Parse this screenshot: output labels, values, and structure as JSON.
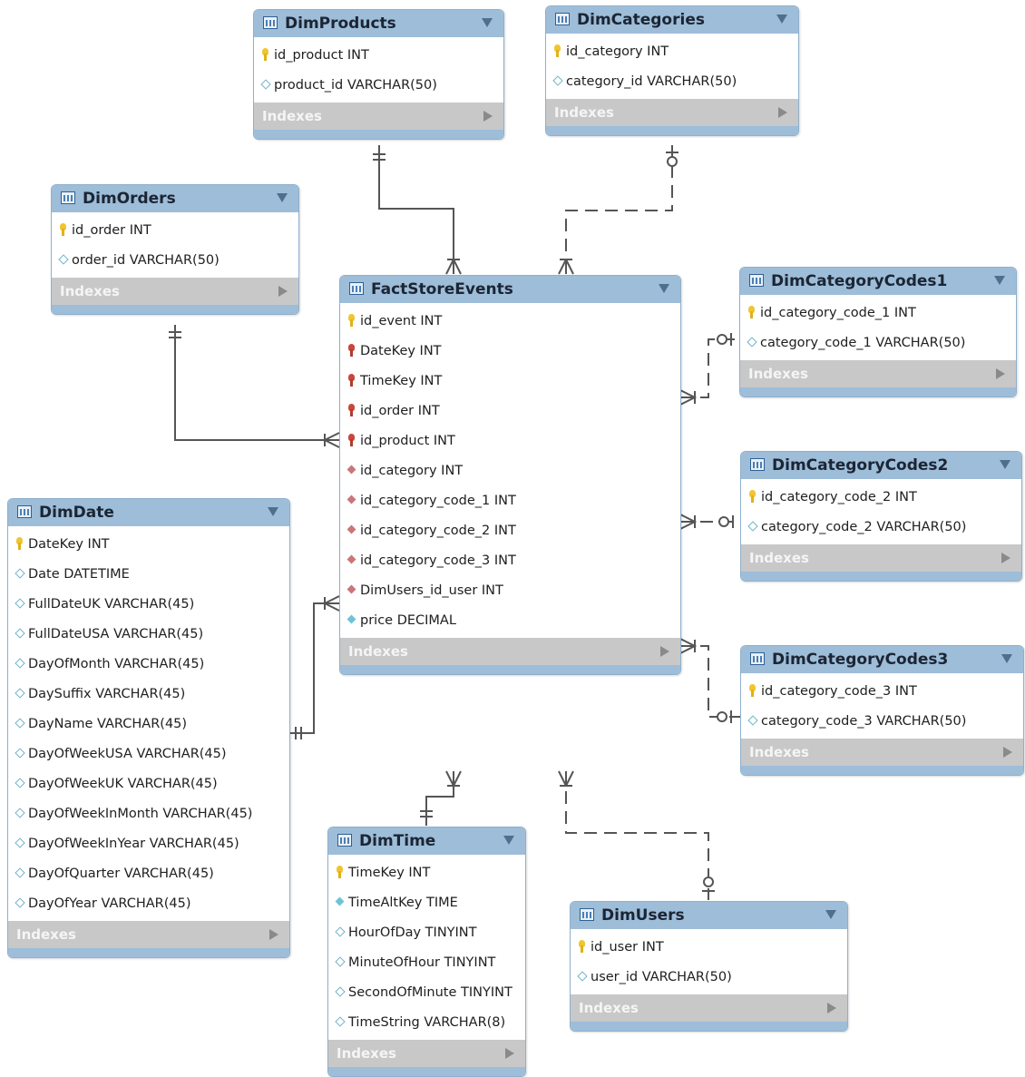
{
  "tables": {
    "DimProducts": {
      "name": "DimProducts",
      "columns": [
        {
          "text": "id_product INT",
          "kind": "pk"
        },
        {
          "text": "product_id VARCHAR(50)",
          "kind": "attr"
        }
      ],
      "indexes_label": "Indexes"
    },
    "DimCategories": {
      "name": "DimCategories",
      "columns": [
        {
          "text": "id_category INT",
          "kind": "pk"
        },
        {
          "text": "category_id VARCHAR(50)",
          "kind": "attr"
        }
      ],
      "indexes_label": "Indexes"
    },
    "DimOrders": {
      "name": "DimOrders",
      "columns": [
        {
          "text": "id_order INT",
          "kind": "pk"
        },
        {
          "text": "order_id VARCHAR(50)",
          "kind": "attr"
        }
      ],
      "indexes_label": "Indexes"
    },
    "FactStoreEvents": {
      "name": "FactStoreEvents",
      "columns": [
        {
          "text": "id_event INT",
          "kind": "pk"
        },
        {
          "text": "DateKey INT",
          "kind": "pkfk"
        },
        {
          "text": "TimeKey INT",
          "kind": "pkfk"
        },
        {
          "text": "id_order INT",
          "kind": "pkfk"
        },
        {
          "text": "id_product INT",
          "kind": "pkfk"
        },
        {
          "text": "id_category INT",
          "kind": "fk"
        },
        {
          "text": "id_category_code_1 INT",
          "kind": "fk"
        },
        {
          "text": "id_category_code_2 INT",
          "kind": "fk"
        },
        {
          "text": "id_category_code_3 INT",
          "kind": "fk"
        },
        {
          "text": "DimUsers_id_user INT",
          "kind": "fk"
        },
        {
          "text": "price DECIMAL",
          "kind": "nn"
        }
      ],
      "indexes_label": "Indexes"
    },
    "DimCategoryCodes1": {
      "name": "DimCategoryCodes1",
      "columns": [
        {
          "text": "id_category_code_1 INT",
          "kind": "pk"
        },
        {
          "text": "category_code_1 VARCHAR(50)",
          "kind": "attr"
        }
      ],
      "indexes_label": "Indexes"
    },
    "DimCategoryCodes2": {
      "name": "DimCategoryCodes2",
      "columns": [
        {
          "text": "id_category_code_2 INT",
          "kind": "pk"
        },
        {
          "text": "category_code_2 VARCHAR(50)",
          "kind": "attr"
        }
      ],
      "indexes_label": "Indexes"
    },
    "DimCategoryCodes3": {
      "name": "DimCategoryCodes3",
      "columns": [
        {
          "text": "id_category_code_3 INT",
          "kind": "pk"
        },
        {
          "text": "category_code_3 VARCHAR(50)",
          "kind": "attr"
        }
      ],
      "indexes_label": "Indexes"
    },
    "DimDate": {
      "name": "DimDate",
      "columns": [
        {
          "text": "DateKey INT",
          "kind": "pk"
        },
        {
          "text": "Date DATETIME",
          "kind": "attr"
        },
        {
          "text": "FullDateUK VARCHAR(45)",
          "kind": "attr"
        },
        {
          "text": "FullDateUSA VARCHAR(45)",
          "kind": "attr"
        },
        {
          "text": "DayOfMonth VARCHAR(45)",
          "kind": "attr"
        },
        {
          "text": "DaySuffix VARCHAR(45)",
          "kind": "attr"
        },
        {
          "text": "DayName VARCHAR(45)",
          "kind": "attr"
        },
        {
          "text": "DayOfWeekUSA VARCHAR(45)",
          "kind": "attr"
        },
        {
          "text": "DayOfWeekUK VARCHAR(45)",
          "kind": "attr"
        },
        {
          "text": "DayOfWeekInMonth VARCHAR(45)",
          "kind": "attr"
        },
        {
          "text": "DayOfWeekInYear VARCHAR(45)",
          "kind": "attr"
        },
        {
          "text": "DayOfQuarter VARCHAR(45)",
          "kind": "attr"
        },
        {
          "text": "DayOfYear VARCHAR(45)",
          "kind": "attr"
        }
      ],
      "indexes_label": "Indexes"
    },
    "DimTime": {
      "name": "DimTime",
      "columns": [
        {
          "text": "TimeKey INT",
          "kind": "pk"
        },
        {
          "text": "TimeAltKey TIME",
          "kind": "nn"
        },
        {
          "text": "HourOfDay TINYINT",
          "kind": "attr"
        },
        {
          "text": "MinuteOfHour TINYINT",
          "kind": "attr"
        },
        {
          "text": "SecondOfMinute TINYINT",
          "kind": "attr"
        },
        {
          "text": "TimeString VARCHAR(8)",
          "kind": "attr"
        }
      ],
      "indexes_label": "Indexes"
    },
    "DimUsers": {
      "name": "DimUsers",
      "columns": [
        {
          "text": "id_user INT",
          "kind": "pk"
        },
        {
          "text": "user_id VARCHAR(50)",
          "kind": "attr"
        }
      ],
      "indexes_label": "Indexes"
    }
  },
  "relationships": [
    {
      "from": "DimProducts",
      "to": "FactStoreEvents",
      "identifying": true,
      "parent": "one-and-only-one",
      "child": "one-or-many"
    },
    {
      "from": "DimCategories",
      "to": "FactStoreEvents",
      "identifying": false,
      "parent": "zero-or-one",
      "child": "one-or-many"
    },
    {
      "from": "DimOrders",
      "to": "FactStoreEvents",
      "identifying": true,
      "parent": "one-and-only-one",
      "child": "one-or-many"
    },
    {
      "from": "DimDate",
      "to": "FactStoreEvents",
      "identifying": true,
      "parent": "one-and-only-one",
      "child": "one-or-many"
    },
    {
      "from": "DimCategoryCodes1",
      "to": "FactStoreEvents",
      "identifying": false,
      "parent": "zero-or-one",
      "child": "one-or-many"
    },
    {
      "from": "DimCategoryCodes2",
      "to": "FactStoreEvents",
      "identifying": false,
      "parent": "zero-or-one",
      "child": "one-or-many"
    },
    {
      "from": "DimCategoryCodes3",
      "to": "FactStoreEvents",
      "identifying": false,
      "parent": "zero-or-one",
      "child": "one-or-many"
    },
    {
      "from": "DimTime",
      "to": "FactStoreEvents",
      "identifying": true,
      "parent": "one-and-only-one",
      "child": "one-or-many"
    },
    {
      "from": "DimUsers",
      "to": "FactStoreEvents",
      "identifying": false,
      "parent": "zero-or-one",
      "child": "one-or-many"
    }
  ],
  "colors": {
    "header": "#9dbdd9",
    "indexes_bar": "#c8c8c8",
    "connector": "#555555"
  }
}
